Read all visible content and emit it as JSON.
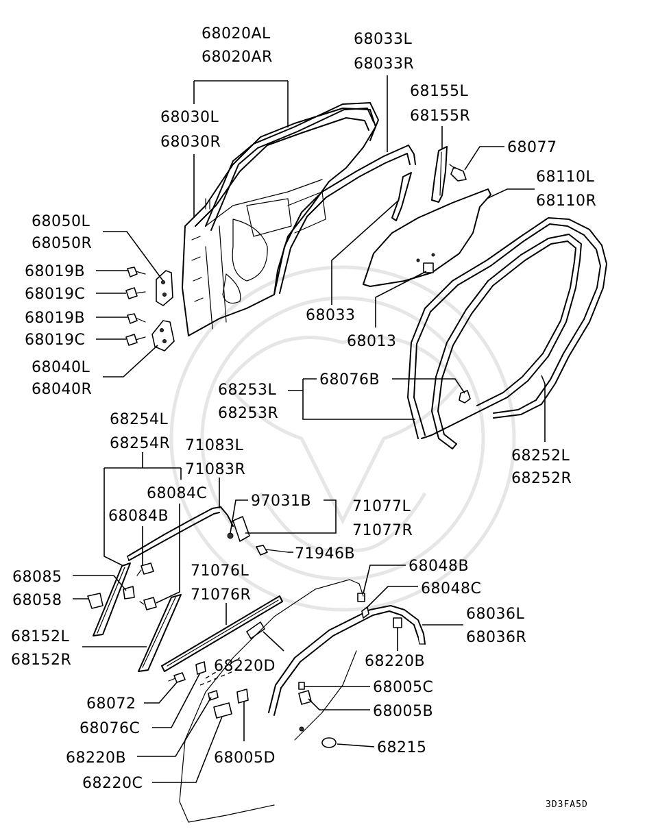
{
  "labels": {
    "l68020AL": "68020AL",
    "l68020AR": "68020AR",
    "l68030L": "68030L",
    "l68030R": "68030R",
    "l68033L": "68033L",
    "l68033R": "68033R",
    "l68155L": "68155L",
    "l68155R": "68155R",
    "l68077": "68077",
    "l68110L": "68110L",
    "l68110R": "68110R",
    "l68050L": "68050L",
    "l68050R": "68050R",
    "l68019B_1": "68019B",
    "l68019C_1": "68019C",
    "l68019B_2": "68019B",
    "l68019C_2": "68019C",
    "l68040L": "68040L",
    "l68040R": "68040R",
    "l68033": "68033",
    "l68013": "68013",
    "l68253L": "68253L",
    "l68253R": "68253R",
    "l68076B": "68076B",
    "l68252L": "68252L",
    "l68252R": "68252R",
    "l68254L": "68254L",
    "l68254R": "68254R",
    "l71083L": "71083L",
    "l71083R": "71083R",
    "l68084C": "68084C",
    "l68084B": "68084B",
    "l97031B": "97031B",
    "l71077L": "71077L",
    "l71077R": "71077R",
    "l71946B": "71946B",
    "l68085": "68085",
    "l68058": "68058",
    "l68048B": "68048B",
    "l68048C": "68048C",
    "l71076L": "71076L",
    "l71076R": "71076R",
    "l68036L": "68036L",
    "l68036R": "68036R",
    "l68152L": "68152L",
    "l68152R": "68152R",
    "l68220D": "68220D",
    "l68220B_1": "68220B",
    "l68005C": "68005C",
    "l68072": "68072",
    "l68005B": "68005B",
    "l68076C": "68076C",
    "l68215": "68215",
    "l68220B_2": "68220B",
    "l68005D": "68005D",
    "l68220C": "68220C"
  },
  "diagram_code": "3D3FA5D"
}
